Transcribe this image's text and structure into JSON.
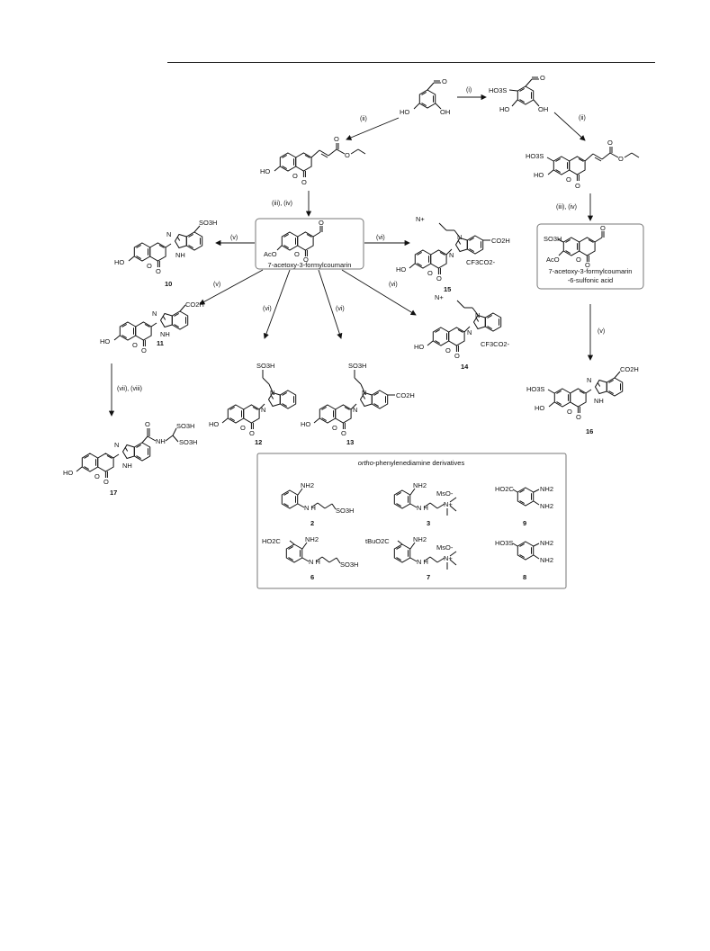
{
  "top_compounds": {
    "start": {
      "oh_left": "HO",
      "oh_right": "OH",
      "aldehyde": "O"
    },
    "sulfo_start": {
      "so3h": "HO3S",
      "oh_left": "HO",
      "oh_right": "OH",
      "aldehyde": "O"
    },
    "ester": {
      "ho": "HO",
      "o_ring": "O",
      "o_keto": "O",
      "o_ester": "O",
      "o_carbonyl": "O"
    },
    "sulfo_ester": {
      "so3h": "HO3S",
      "ho": "HO",
      "o_ring": "O",
      "o_keto": "O",
      "o_ester": "O",
      "o_carbonyl": "O"
    }
  },
  "central": {
    "aco": "AcO",
    "o_ring": "O",
    "o_keto": "O",
    "aldehyde": "O",
    "caption": "7-acetoxy-3-formylcoumarin"
  },
  "sulfo_central": {
    "so3h": "SO3H",
    "aco": "AcO",
    "o_ring": "O",
    "o_keto": "O",
    "aldehyde": "O",
    "caption_1": "7-acetoxy-3-formylcoumarin",
    "caption_2": "-6-sulfonic acid"
  },
  "steps": {
    "i": "(i)",
    "ii_left": "(ii)",
    "ii_right": "(ii)",
    "iii_iv_left": "(iii), (iv)",
    "iii_iv_right": "(iii), (iv)",
    "v_10": "(v)",
    "v_11": "(v)",
    "v_16": "(v)",
    "vi_12": "(vi)",
    "vi_13": "(vi)",
    "vi_14": "(vi)",
    "vi_15": "(vi)",
    "vii_viii": "(vii), (viii)"
  },
  "products": {
    "p10": {
      "number": "10",
      "group": "SO3H",
      "ho": "HO",
      "nh": "NH",
      "n": "N",
      "o_ring": "O",
      "o_keto": "O"
    },
    "p11": {
      "number": "11",
      "group": "CO2H",
      "ho": "HO",
      "nh": "NH",
      "n": "N",
      "o_ring": "O",
      "o_keto": "O"
    },
    "p12": {
      "number": "12",
      "group": "SO3H",
      "ho": "HO",
      "n1": "N",
      "n": "N",
      "o_ring": "O",
      "o_keto": "O"
    },
    "p13": {
      "number": "13",
      "group": "SO3H",
      "co2h": "CO2H",
      "ho": "HO",
      "n1": "N",
      "n": "N",
      "o_ring": "O",
      "o_keto": "O"
    },
    "p14": {
      "number": "14",
      "nme3": "N+",
      "ho": "HO",
      "n1": "N",
      "n": "N",
      "o_ring": "O",
      "o_keto": "O",
      "counterion": "CF3CO2-"
    },
    "p15": {
      "number": "15",
      "nme3": "N+",
      "co2h": "CO2H",
      "ho": "HO",
      "n1": "N",
      "n": "N",
      "o_ring": "O",
      "o_keto": "O",
      "counterion": "CF3CO2-"
    },
    "p16": {
      "number": "16",
      "so3h": "HO3S",
      "co2h": "CO2H",
      "ho": "HO",
      "nh": "NH",
      "n": "N",
      "o_ring": "O",
      "o_keto": "O"
    },
    "p17": {
      "number": "17",
      "so3h_1": "SO3H",
      "so3h_2": "SO3H",
      "nh_amide": "NH",
      "o_amide": "O",
      "ho": "HO",
      "nh": "NH",
      "n": "N",
      "o_ring": "O",
      "o_keto": "O"
    }
  },
  "derivatives_box": {
    "title_italic": "ortho",
    "title_rest": "-phenylenediamine derivatives",
    "d2": {
      "number": "2",
      "nh2": "NH2",
      "nh": "N H",
      "so3h": "SO3H"
    },
    "d3": {
      "number": "3",
      "nh2": "NH2",
      "nh": "N H",
      "ms": "MsO-",
      "nplus": "N+"
    },
    "d9": {
      "number": "9",
      "co2h": "HO2C",
      "nh2_a": "NH2",
      "nh2_b": "NH2"
    },
    "d6": {
      "number": "6",
      "co2h": "HO2C",
      "nh2": "NH2",
      "nh": "N H",
      "so3h": "SO3H"
    },
    "d7": {
      "number": "7",
      "ester": "tBuO2C",
      "nh2": "NH2",
      "nh": "N H",
      "ms": "MsO-",
      "nplus": "N+"
    },
    "d8": {
      "number": "8",
      "so3h": "HO3S",
      "nh2_a": "NH2",
      "nh2_b": "NH2"
    }
  }
}
